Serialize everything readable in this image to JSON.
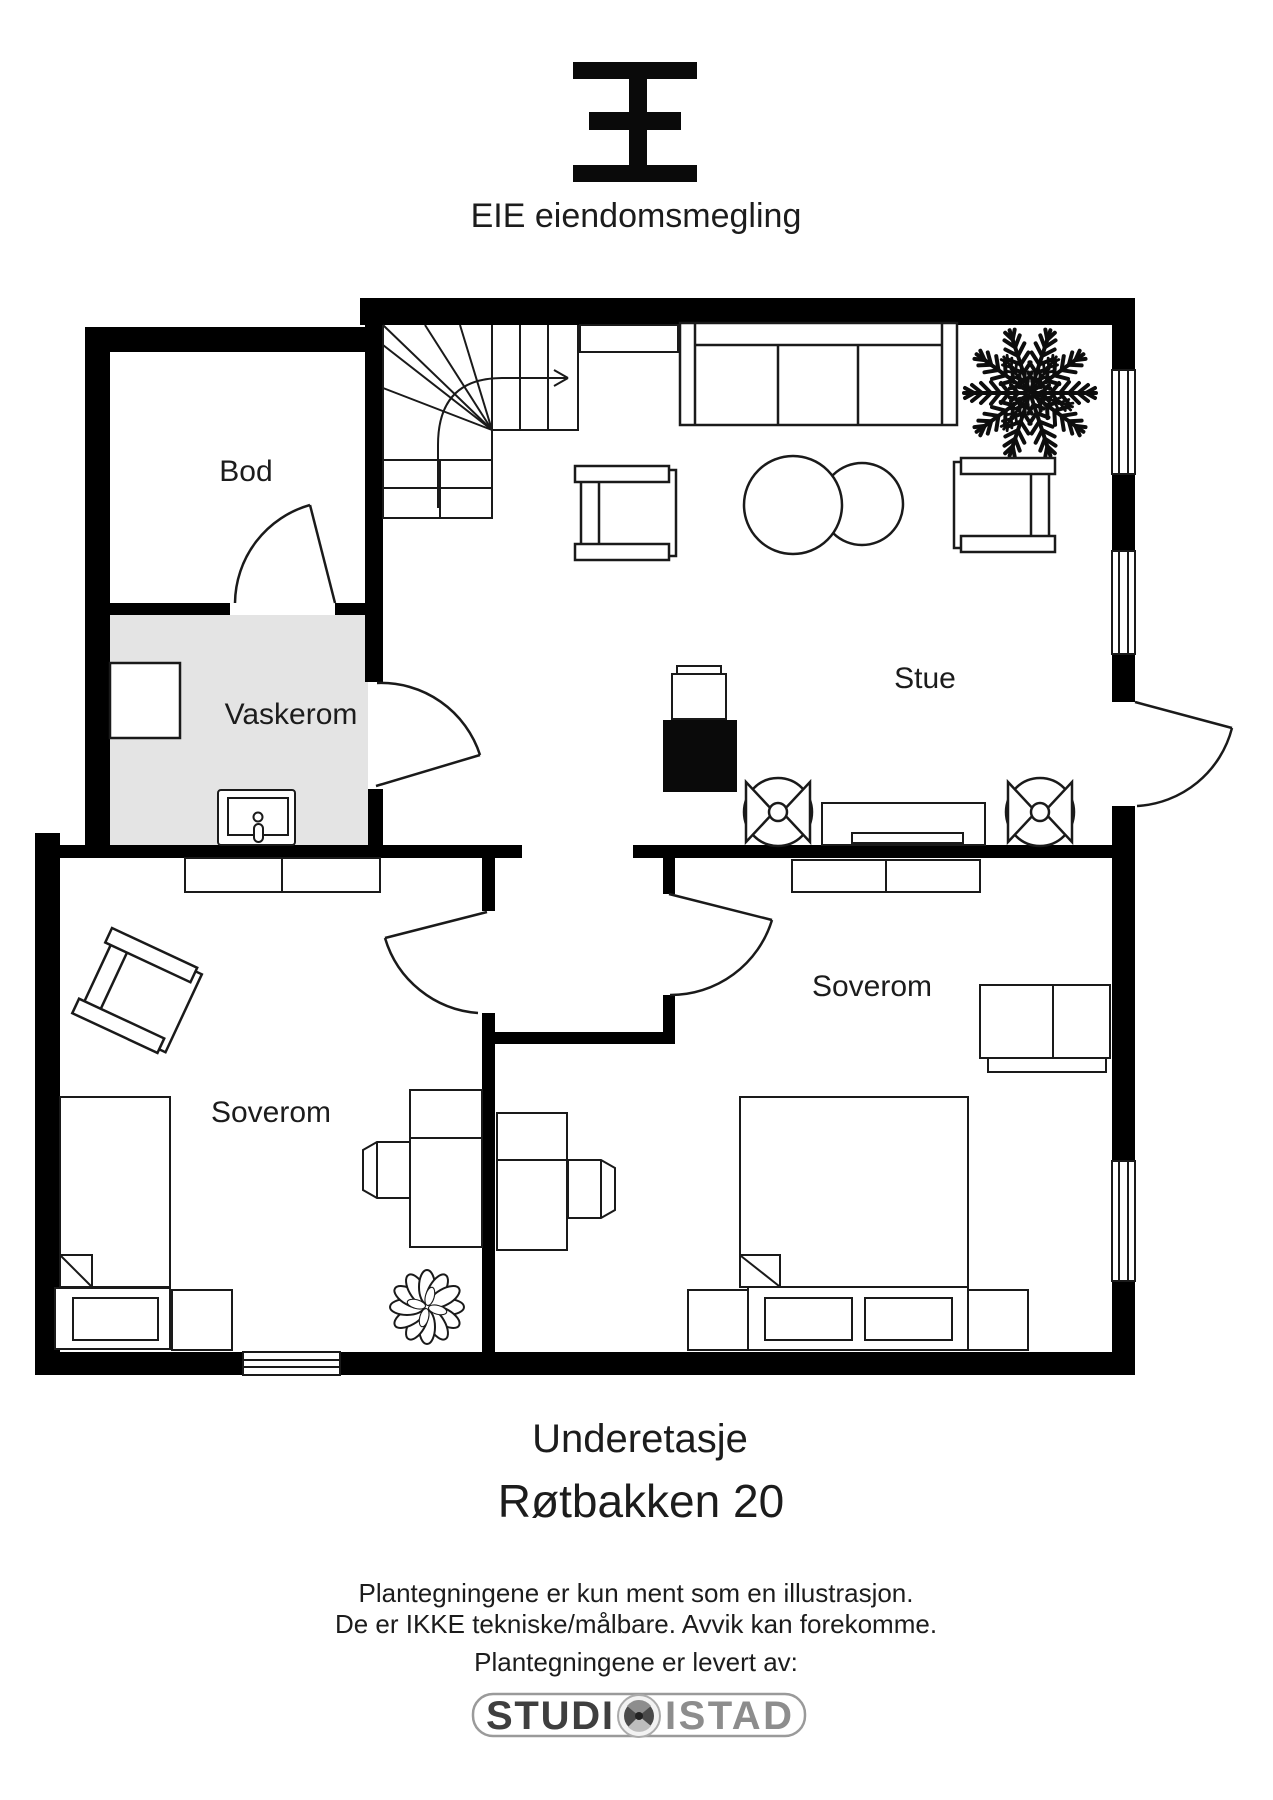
{
  "header": {
    "brand": "EIE eiendomsmegling",
    "logo": "eie-monogram"
  },
  "plan": {
    "rooms": {
      "bod": "Bod",
      "vaskerom": "Vaskerom",
      "stue": "Stue",
      "soverom_left": "Soverom",
      "soverom_right": "Soverom"
    },
    "symbols": [
      "stairs-with-up-arrow",
      "sofa",
      "palm-plant",
      "armchairs",
      "round-tables",
      "wood-stove",
      "fans",
      "tv-bench",
      "washing-machine",
      "laundry-sink",
      "beds",
      "desks",
      "chairs",
      "dressers",
      "leaf-plant",
      "windows",
      "door-swings"
    ]
  },
  "footer": {
    "floor_title": "Underetasje",
    "address": "Røtbakken 20",
    "disclaimer_line1": "Plantegningene er kun ment som en illustrasjon.",
    "disclaimer_line2": "De er IKKE tekniske/målbare. Avvik kan forekomme.",
    "disclaimer_line3": "Plantegningene er levert av:",
    "provider_left": "STUDI",
    "provider_right": "ISTAD"
  },
  "colors": {
    "wall": "#000000",
    "line": "#1a1a1a",
    "vaskerom_floor": "#e4e4e4",
    "provider_dark": "#3f3f3f",
    "provider_gray": "#8d8d8d",
    "background": "#ffffff"
  }
}
